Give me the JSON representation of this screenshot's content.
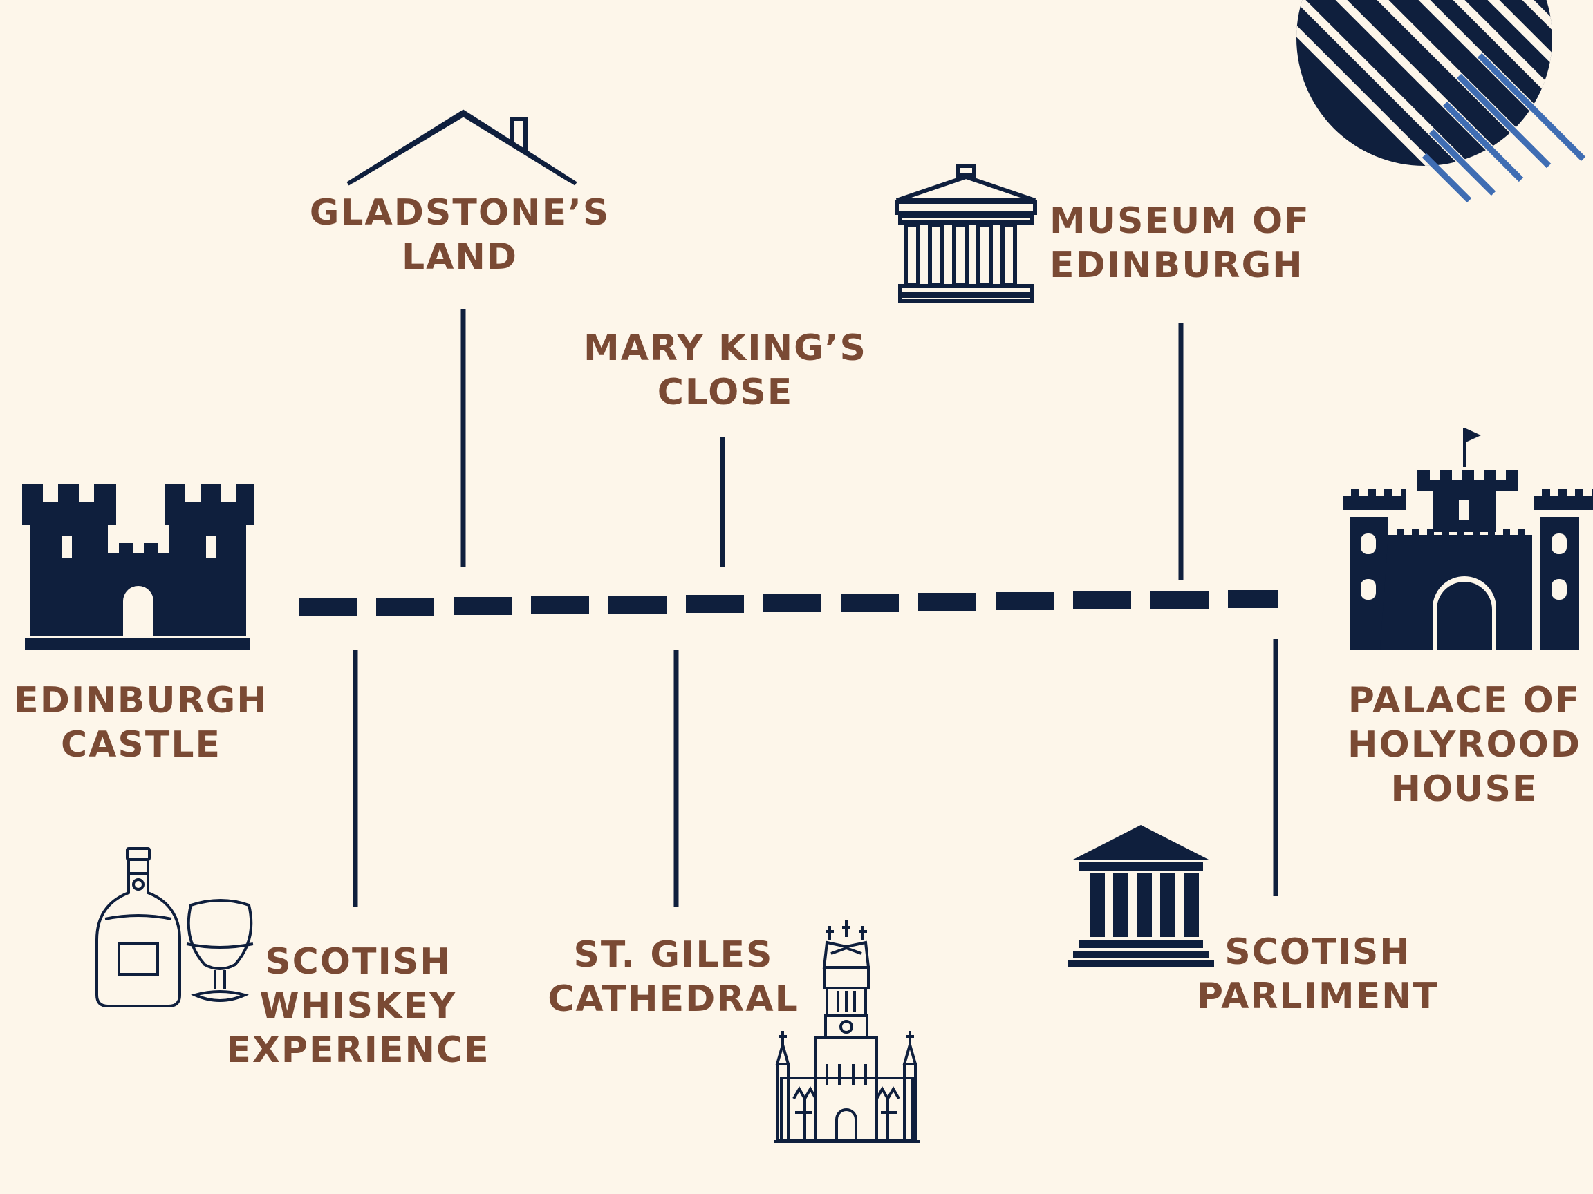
{
  "colors": {
    "background": "#fdf6ea",
    "navy": "#0f1f3d",
    "label_brown": "#7a4a34",
    "accent_blue": "#3f6db3"
  },
  "landmarks": {
    "edinburgh_castle": {
      "line1": "EDINBURGH",
      "line2": "CASTLE",
      "icon": "castle-icon"
    },
    "gladstones_land": {
      "line1": "GLADSTONE’S",
      "line2": "LAND",
      "icon": "house-roof-icon"
    },
    "mary_kings_close": {
      "line1": "MARY KING’S",
      "line2": "CLOSE"
    },
    "museum_of_edinburgh": {
      "line1": "MUSEUM OF",
      "line2": "EDINBURGH",
      "icon": "museum-icon"
    },
    "palace_of_holyrood": {
      "line1": "PALACE OF",
      "line2": "HOLYROOD",
      "line3": "HOUSE",
      "icon": "palace-icon"
    },
    "scotish_whiskey": {
      "line1": "SCOTISH",
      "line2": "WHISKEY",
      "line3": "EXPERIENCE",
      "icon": "whiskey-bottle-glass-icon"
    },
    "st_giles": {
      "line1": "ST. GILES",
      "line2": "CATHEDRAL",
      "icon": "cathedral-icon"
    },
    "scotish_parliment": {
      "line1": "SCOTISH",
      "line2": "PARLIMENT",
      "icon": "parliament-building-icon"
    }
  },
  "decoration": {
    "icon": "striped-circle-decoration"
  }
}
